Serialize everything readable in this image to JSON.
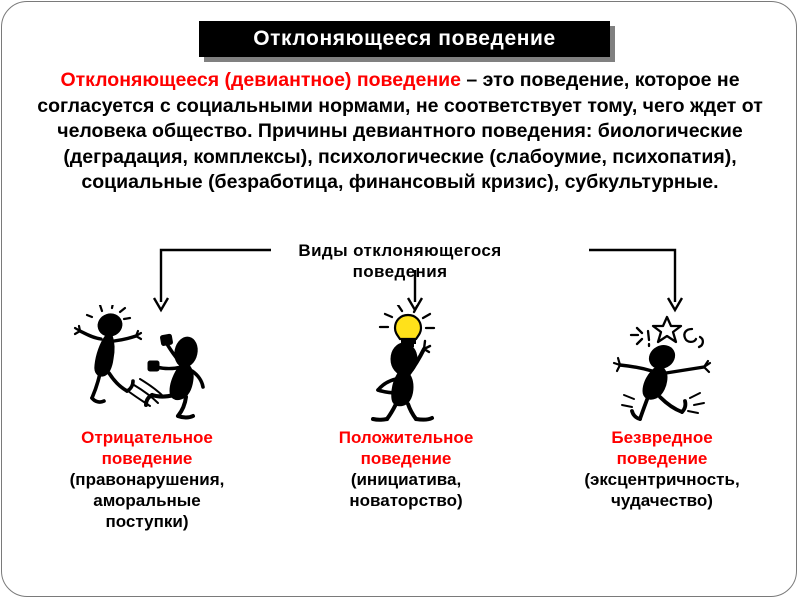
{
  "slide": {
    "title": "Отклоняющееся поведение",
    "colors": {
      "accent_red": "#ff0000",
      "title_bg": "#000000",
      "title_fg": "#ffffff",
      "title_shadow": "#808080",
      "body_text": "#000000",
      "page_bg": "#ffffff",
      "bulb_yellow": "#ffe11a"
    }
  },
  "intro": {
    "highlight": "Отклоняющееся (девиантное) поведение",
    "rest": " – это поведение, которое не согласуется  с социальными нормами, не соответствует тому, чего ждет от человека общество. Причины девиантного поведения: биологические (деградация, комплексы), психологические (слабоумие, психопатия), социальные (безработица, финансовый кризис), субкультурные."
  },
  "types_section": {
    "heading_line1": "Виды отклоняющегося",
    "heading_line2": "поведения",
    "branches": [
      {
        "id": "negative",
        "heading_line1": "Отрицательное",
        "heading_line2": "поведение",
        "detail_line1": "(правонарушения,",
        "detail_line2": "аморальные",
        "detail_line3": "поступки)",
        "illustration": "two-fighting-stick-figures-icon"
      },
      {
        "id": "positive",
        "heading_line1": "Положительное",
        "heading_line2": "поведение",
        "detail_line1": "(инициатива,",
        "detail_line2": "новаторство)",
        "detail_line3": "",
        "illustration": "stick-figure-with-lightbulb-idea-icon"
      },
      {
        "id": "harmless",
        "heading_line1": "Безвредное",
        "heading_line2": "поведение",
        "detail_line1": "(эксцентричность,",
        "detail_line2": "чудачество)",
        "detail_line3": "",
        "illustration": "dancing-eccentric-stick-figure-icon"
      }
    ]
  }
}
